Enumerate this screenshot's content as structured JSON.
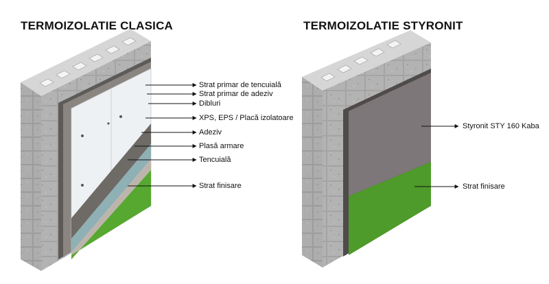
{
  "titles": {
    "left": "TERMOIZOLATIE CLASICA",
    "right": "TERMOIZOLATIE STYRONIT"
  },
  "left_labels": [
    "Strat primar de tencuială",
    "Strat primar de adeziv",
    "Dibluri",
    "XPS, EPS / Placă izolatoare",
    "Adeziv",
    "Plasă armare",
    "Tencuială",
    "Strat finisare"
  ],
  "right_labels": [
    "Styronit STY 160 Kaba",
    "Strat finisare"
  ],
  "colors": {
    "block_front": "#9a9a9a",
    "block_side": "#bdbdbd",
    "block_top": "#d9d9d9",
    "insulation": "#eef1f4",
    "adhesive": "#6e6a66",
    "mesh": "#8fb0b4",
    "plaster": "#bdb5ac",
    "finish": "#4e9a2a",
    "styronit": "#7d7779"
  }
}
